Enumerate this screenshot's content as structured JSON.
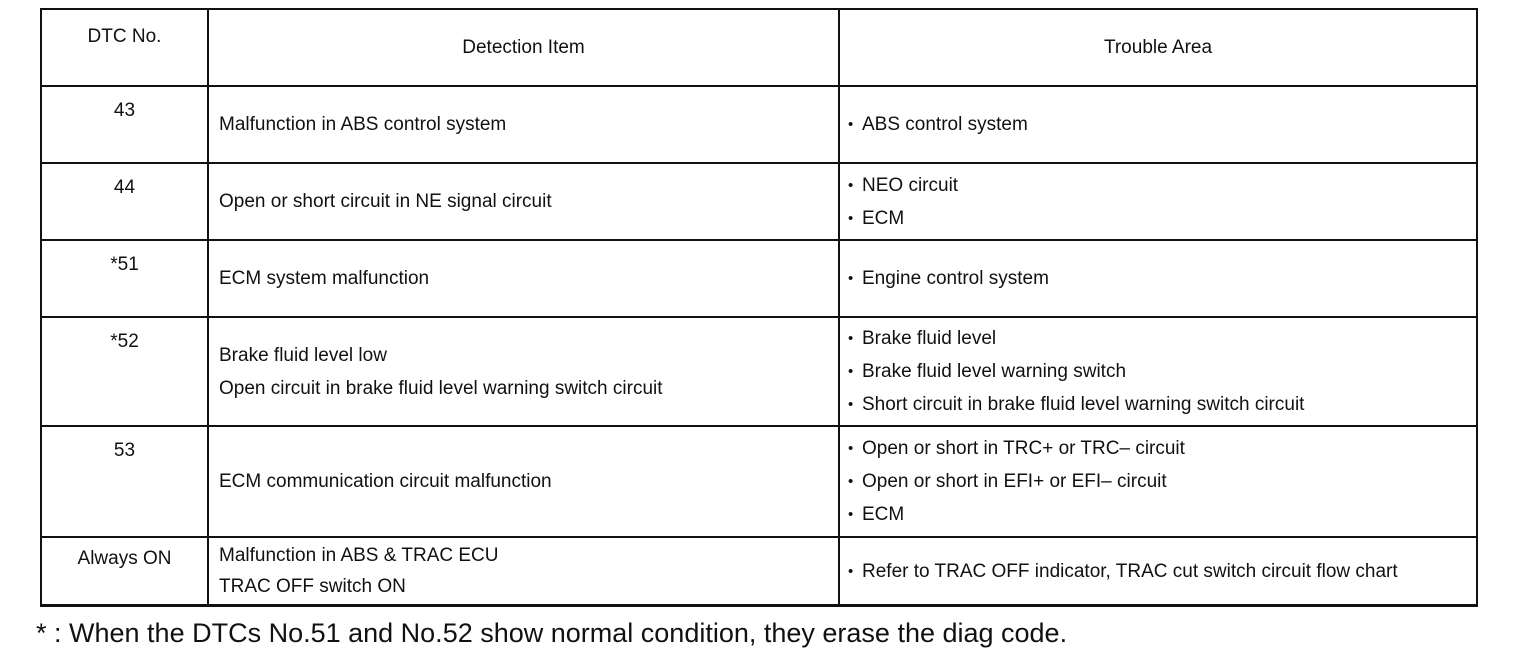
{
  "headers": {
    "dtc": "DTC No.",
    "detection": "Detection Item",
    "trouble": "Trouble Area"
  },
  "rows": [
    {
      "dtc": "43",
      "detection": [
        "Malfunction in ABS control system"
      ],
      "trouble": [
        "ABS control system"
      ]
    },
    {
      "dtc": "44",
      "detection": [
        "Open or short circuit in NE signal circuit"
      ],
      "trouble": [
        "NEO circuit",
        "ECM"
      ]
    },
    {
      "dtc": "*51",
      "detection": [
        "ECM system malfunction"
      ],
      "trouble": [
        "Engine control system"
      ]
    },
    {
      "dtc": "*52",
      "detection": [
        "Brake fluid level low",
        "Open circuit in brake fluid level warning switch circuit"
      ],
      "trouble": [
        "Brake fluid level",
        "Brake fluid level warning switch",
        "Short circuit in brake fluid level warning switch circuit"
      ]
    },
    {
      "dtc": "53",
      "detection": [
        "ECM communication circuit malfunction"
      ],
      "trouble": [
        "Open or short in TRC+ or TRC– circuit",
        "Open or short in EFI+ or EFI– circuit",
        "ECM"
      ]
    },
    {
      "dtc": "Always ON",
      "detection": [
        "Malfunction in ABS & TRAC ECU",
        "TRAC OFF switch ON"
      ],
      "trouble": [
        "Refer to TRAC OFF indicator, TRAC cut switch circuit flow chart"
      ]
    }
  ],
  "footnote": "* : When the DTCs No.51 and No.52 show normal condition, they erase the diag code."
}
